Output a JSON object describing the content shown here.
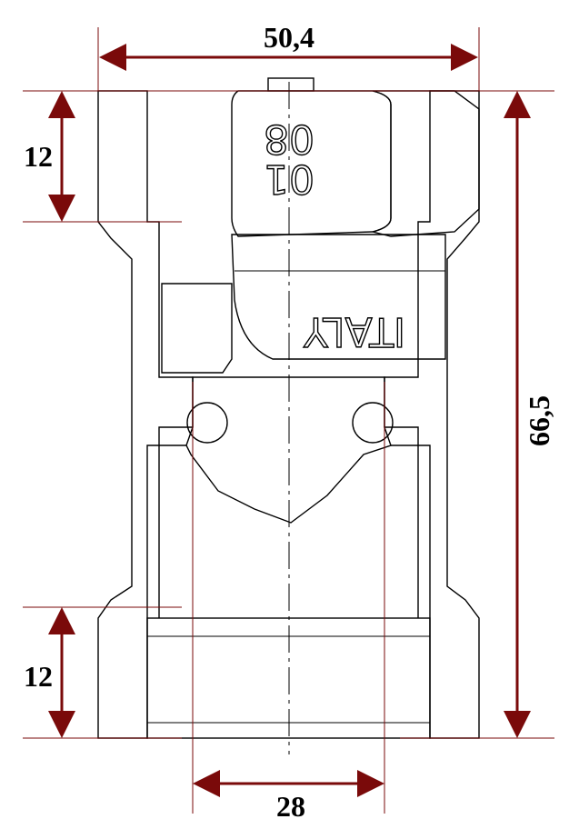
{
  "dimensions": {
    "top_width": "50,4",
    "top_thread_depth": "12",
    "overall_height": "66,5",
    "bottom_thread_depth": "12",
    "bore_diameter": "28"
  },
  "stamp": {
    "line1": "01",
    "line2": "08",
    "origin": "ITALY"
  },
  "colors": {
    "dimension": "#7a0a0a",
    "outline": "#000000",
    "background": "#ffffff"
  }
}
